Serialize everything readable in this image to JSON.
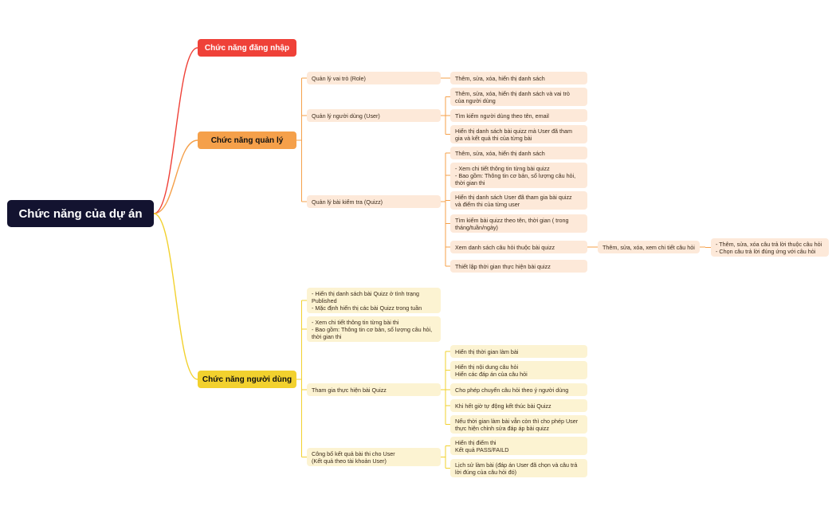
{
  "root": {
    "label": "Chức năng của dự án"
  },
  "branches": {
    "login": {
      "label": "Chức năng đăng nhập",
      "color": "#ef4138"
    },
    "manage": {
      "label": "Chức năng quản lý",
      "color": "#f5a04a",
      "role": {
        "label": "Quản lý vai trò (Role)",
        "items": [
          "Thêm, sửa, xóa, hiển thị danh sách"
        ]
      },
      "user": {
        "label": "Quản lý người dùng (User)",
        "items": [
          "Thêm, sửa, xóa, hiển thị danh sách và vai trò\ncủa người dùng",
          "Tìm kiếm người dùng theo tên, email",
          "Hiển thị danh sách bài quizz mà User đã tham\ngia và kết quả thi của từng bài"
        ]
      },
      "quiz": {
        "label": "Quản lý bài kiểm tra (Quizz)",
        "items": [
          "Thêm, sửa, xóa, hiển thị danh sách",
          "- Xem chi tiết thông tin từng bài quizz\n- Bao gồm: Thông tin cơ bản, số lượng câu hỏi,\nthời gian thi",
          "Hiển thị danh sách User đã tham gia bài quizz\nvà điểm thi của từng user",
          "Tìm kiếm bài quizz theo tên, thời gian ( trong\ntháng/tuần/ngày)",
          "Xem danh sách câu hỏi thuộc bài quizz",
          "Thiết lập thời gian thực hiện bài quizz"
        ],
        "question_detail": "Thêm, sửa, xóa, xem chi tiết câu hỏi",
        "answer_detail": "- Thêm, sửa, xóa câu trả lời thuộc câu hỏi\n- Chọn câu trả lời đúng ứng với câu hỏi"
      }
    },
    "user": {
      "label": "Chức năng người dùng",
      "color": "#f2d12e",
      "list_quiz": "- Hiển thị danh sách bài Quizz ở tình trạng\nPublished\n- Mặc định hiển thị các bài Quizz trong tuần",
      "detail_quiz": "- Xem chi tiết thông tin từng bài thi\n- Bao gồm: Thông tin cơ bản, số lượng câu hỏi,\nthời gian thi",
      "take_quiz": {
        "label": "Tham gia thực hiện bài Quizz",
        "items": [
          "Hiển thị thời gian làm bài",
          "Hiển thị nội dung câu hỏi\nHiển các đáp án của câu hỏi",
          "Cho phép chuyển câu hỏi theo ý người dùng",
          "Khi hết giờ tự động kết thúc bài Quizz",
          "Nếu thời gian làm bài vẫn còn thì cho phép User\nthực hiện chỉnh sửa đáp áp bài quizz"
        ]
      },
      "result": {
        "label": "Công bố kết quả bài thi cho User\n(Kết quả theo tài khoản User)",
        "items": [
          "Hiển thị điểm thi\nKết quả PASS/FAILD",
          "Lịch sử làm bài (đáp án User đã chọn và câu trả\nlời đúng của câu hỏi đó)"
        ]
      }
    }
  }
}
